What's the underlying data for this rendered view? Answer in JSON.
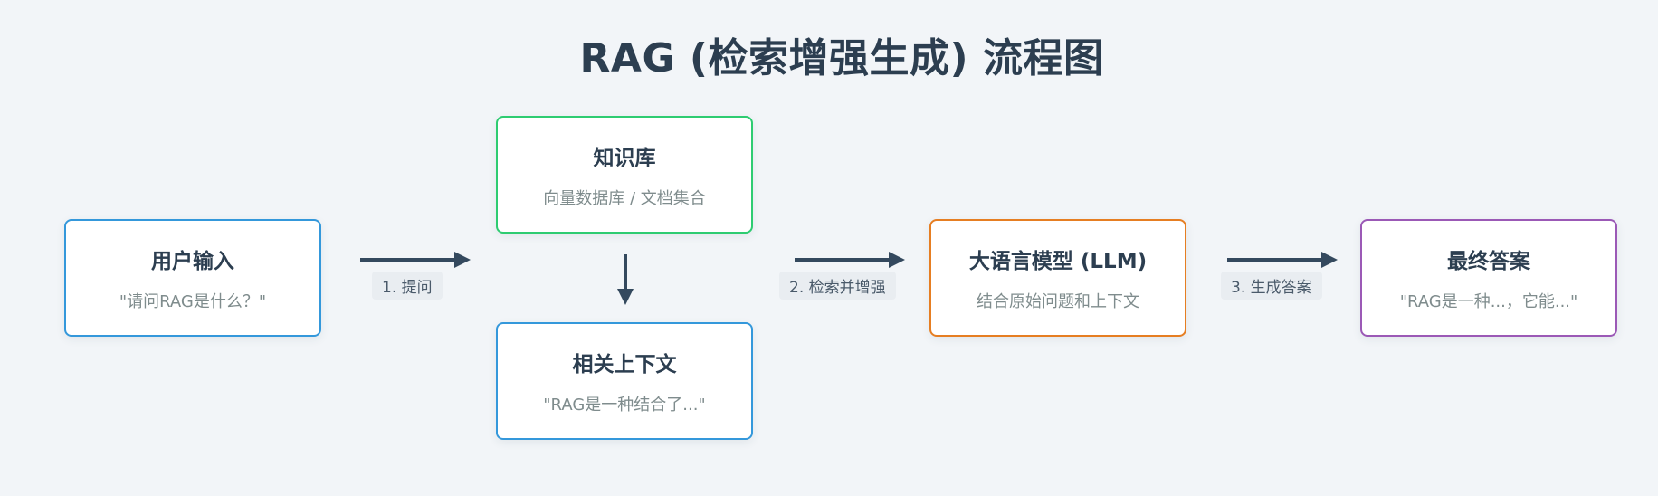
{
  "title": "RAG (检索增强生成) 流程图",
  "nodes": {
    "user_input": {
      "heading": "用户输入",
      "desc": "\"请问RAG是什么？\""
    },
    "knowledge_base": {
      "heading": "知识库",
      "desc": "向量数据库 / 文档集合"
    },
    "context": {
      "heading": "相关上下文",
      "desc": "\"RAG是一种结合了...\""
    },
    "llm": {
      "heading": "大语言模型 (LLM)",
      "desc": "结合原始问题和上下文"
    },
    "answer": {
      "heading": "最终答案",
      "desc": "\"RAG是一种...，它能...\""
    }
  },
  "edges": {
    "ask": "1. 提问",
    "retrieve": "2. 检索并增强",
    "generate": "3. 生成答案"
  },
  "colors": {
    "background": "#f2f5f8",
    "arrow": "#34495e",
    "user_input_border": "#3498db",
    "knowledge_base_border": "#2ecc71",
    "context_border": "#3498db",
    "llm_border": "#e67e22",
    "answer_border": "#9b59b6"
  }
}
